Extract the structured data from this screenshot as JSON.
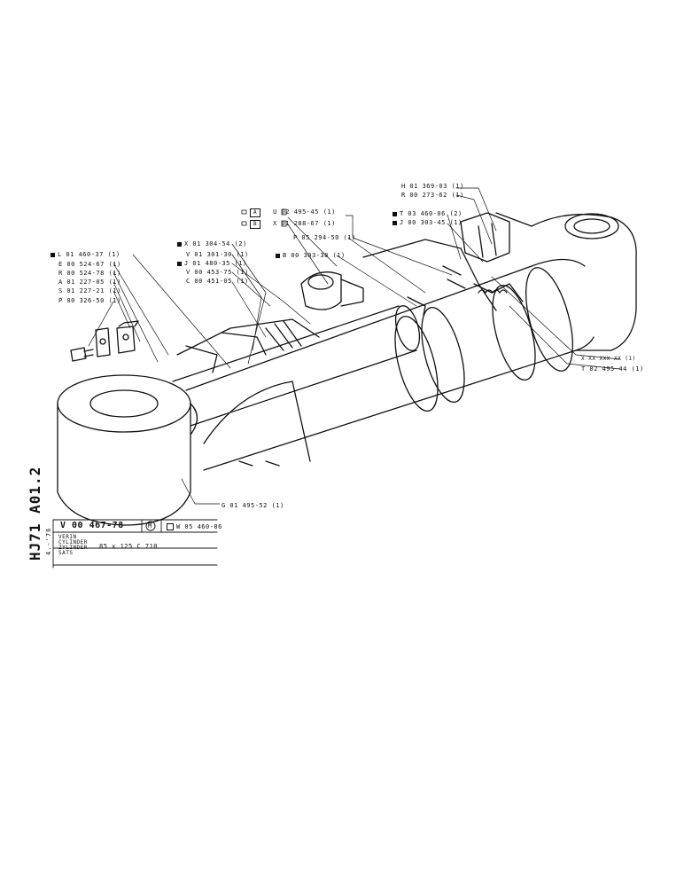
{
  "labels_left": [
    {
      "text": "L 01 460-37 (1)",
      "marked": true
    },
    {
      "text": "E 00 524-67 (1)",
      "marked": false
    },
    {
      "text": "R 00 524-78 (1)",
      "marked": false
    },
    {
      "text": "A 01 227-05 (1)",
      "marked": false
    },
    {
      "text": "S 01 227-21 (1)",
      "marked": false
    },
    {
      "text": "P 00 326-50 (1)",
      "marked": false
    }
  ],
  "labels_mid": [
    {
      "text": "X 01 304-54 (2)",
      "marked": true
    },
    {
      "text": "V 01 301-30 (1)",
      "marked": false
    },
    {
      "text": "J 01 480-35 (1)",
      "marked": true
    },
    {
      "text": "V 00 453-75 (1)",
      "marked": false
    },
    {
      "text": "C 00 451-05 (1)",
      "marked": false
    }
  ],
  "boxed_codes": [
    {
      "box": "A",
      "text": "U 02 495-45 (1)"
    },
    {
      "box": "B",
      "text": "X 01 288-67 (1)"
    }
  ],
  "label_p": "P 05 294-50 (1)",
  "label_b": "B 00 303-38 (1)",
  "labels_right_top": [
    {
      "text": "H 01 369-03 (1)",
      "marked": false
    },
    {
      "text": "R 00 273-62 (1)",
      "marked": false
    },
    {
      "text": "T 03 460-06 (2)",
      "marked": true
    },
    {
      "text": "J 00 303-45 (1)",
      "marked": true
    }
  ],
  "label_x_right": "X XX XXX-XX (1)",
  "label_t_right": "T 02 495-44 (1)",
  "label_g": "G 01 495-52 (1)",
  "title_block": {
    "part_no": "V 00 467-78",
    "part_mark": "M",
    "ref": "W 05 460-86",
    "lines": [
      "VERIN",
      "CYLINDER",
      "ZYLINDER",
      "SATS"
    ],
    "spec": "85 x 125   C 710",
    "page_code": "HJ71 A01.2",
    "sub_code": "4.-'76"
  }
}
